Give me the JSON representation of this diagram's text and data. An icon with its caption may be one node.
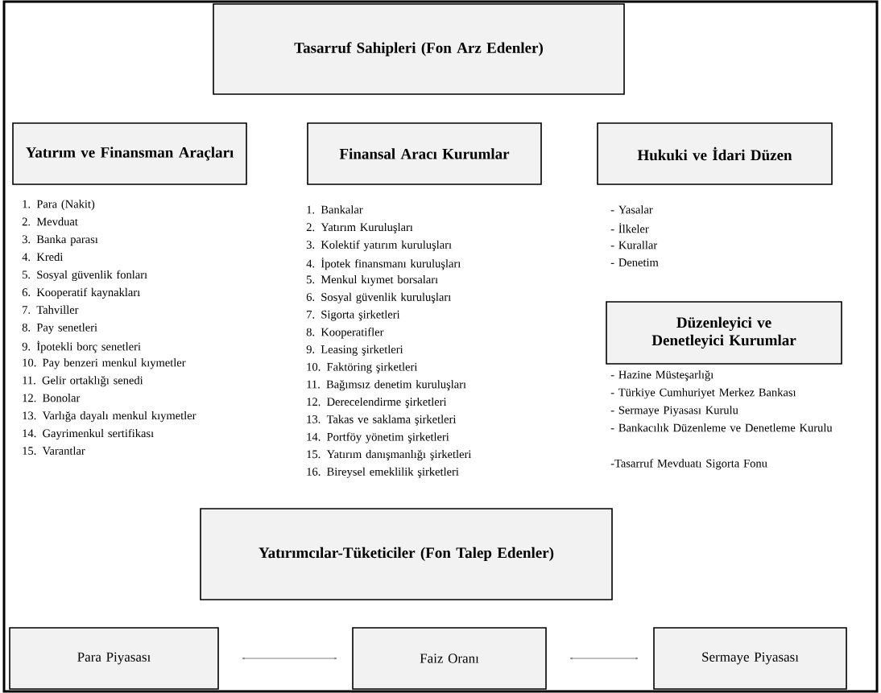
{
  "diagram": {
    "nodes": [
      {
        "text": [
          "Tasarruf Sahipleri (Fon Arz Edenler)"
        ]
      },
      {
        "text": [
          "Yatırım ve Finansman Araçları"
        ],
        "beside": [
          "1. Para (Nakit)",
          "2. Mevduat",
          "3. Banka parası",
          "4. Kredi",
          "5. Sosyal güvenlik fonları",
          "6. Kooperatif kaynakları",
          "7. Tahviller",
          "8. Pay senetleri",
          "9. İpotekli borç senetleri",
          "10. Pay benzeri menkul kıymetler",
          "11. Gelir ortaklığı senedi",
          "12. Bonolar",
          "13. Varlığa dayalı menkul kıymetler",
          "14. Gayrimenkul sertifikası",
          "15. Varantlar"
        ]
      },
      {
        "text": [
          "Finansal Aracı Kurumlar"
        ],
        "beside": [
          "1. Bankalar",
          "2. Yatırım Kuruluşları",
          "3. Kolektif yatırım kuruluşları",
          "4. İpotek finansmanı kuruluşları",
          "5. Menkul kıymet borsaları",
          "6. Sosyal güvenlik kuruluşları",
          "7. Sigorta şirketleri",
          "8. Kooperatifler",
          "9. Leasing şirketleri",
          "10. Faktöring şirketleri",
          "11. Bağımsız denetim kuruluşları",
          "12. Derecelendirme şirketleri",
          "13. Takas ve saklama şirketleri",
          "14. Portföy yönetim şirketleri",
          "15. Yatırım danışmanlığı şirketleri",
          "16. Bireysel emeklilik şirketleri"
        ]
      },
      {
        "text": [
          "Hukuki ve İdari Düzen"
        ],
        "beside": [
          "- Yasalar",
          "- İlkeler",
          "- Kurallar",
          "- Denetim"
        ]
      },
      {
        "text": [
          "Düzenleyici ve Denetleyici Kurumlar"
        ],
        "beside": [
          "- Hazine Müsteşarlığı",
          "- Türkiye Cumhuriyet Merkez Bankası",
          "- Sermaye Piyasası Kurulu",
          "- Bankacılık Düzenleme ve Denetleme Kurulu",
          "-Tasarruf Mevduatı Sigorta Fonu"
        ]
      },
      {
        "text": [
          "Yatırımcılar-Tüketiciler (Fon Talep Edenler)"
        ]
      },
      {
        "text": [
          "Para Piyasası"
        ]
      },
      {
        "text": [
          "Faiz Oranı"
        ]
      },
      {
        "text": [
          "Sermaye Piyasası"
        ]
      }
    ],
    "edges": [
      {
        "from": 6,
        "to": 7,
        "arrow": "both"
      },
      {
        "from": 7,
        "to": 8,
        "arrow": "both"
      }
    ]
  }
}
